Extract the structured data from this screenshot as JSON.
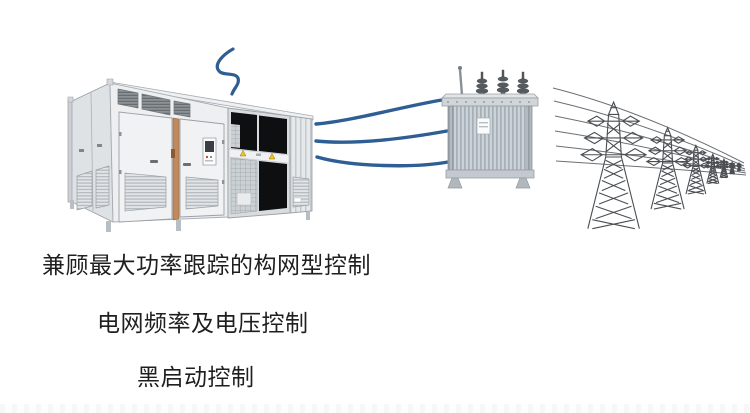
{
  "features": {
    "line1": "兼顾最大功率跟踪的构网型控制",
    "line2": "电网频率及电压控制",
    "line3": "黑启动控制"
  },
  "illustration": {
    "icons": [
      {
        "name": "energy-storage-container-illustration"
      },
      {
        "name": "grid-squiggle-icon"
      },
      {
        "name": "ac-cables"
      },
      {
        "name": "transformer-illustration"
      },
      {
        "name": "transmission-towers-illustration"
      }
    ],
    "colors": {
      "cable_blue": "#2e5e93",
      "copper_accent": "#c08a5e",
      "warning_yellow": "#f3c21c",
      "tower_line": "#4a4e52",
      "wire_gray": "#6b7075",
      "text": "#1f1f1f"
    }
  }
}
